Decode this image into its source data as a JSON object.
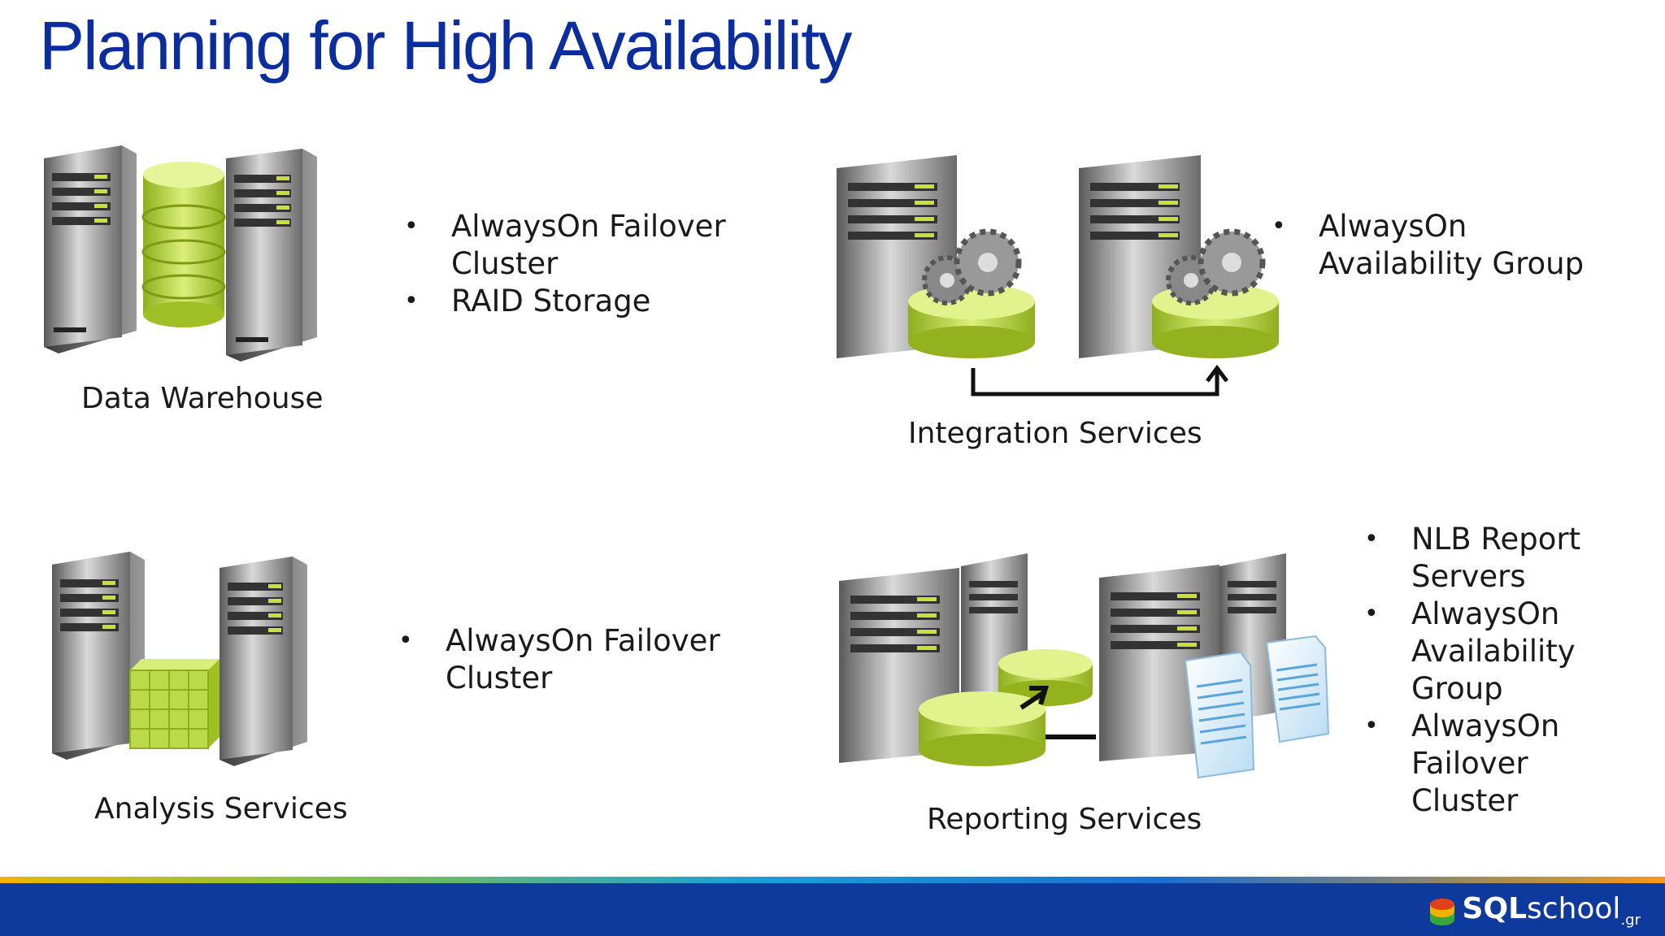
{
  "title": "Planning for High Availability",
  "quadrants": {
    "data_warehouse": {
      "caption": "Data Warehouse",
      "bullets": [
        "AlwaysOn Failover Cluster",
        "RAID Storage"
      ]
    },
    "integration_services": {
      "caption": "Integration Services",
      "bullets": [
        "AlwaysOn Availability Group"
      ]
    },
    "analysis_services": {
      "caption": "Analysis Services",
      "bullets": [
        "AlwaysOn Failover Cluster"
      ]
    },
    "reporting_services": {
      "caption": "Reporting Services",
      "bullets": [
        "NLB Report Servers",
        "AlwaysOn Availability Group",
        "AlwaysOn Failover Cluster"
      ]
    }
  },
  "footer": {
    "logo_bold": "SQL",
    "logo_light": "school",
    "logo_suffix": ".gr"
  },
  "colors": {
    "title": "#0b2d9e",
    "footer_bar": "#0d3a9c",
    "accent_green": "#b8d43a"
  }
}
